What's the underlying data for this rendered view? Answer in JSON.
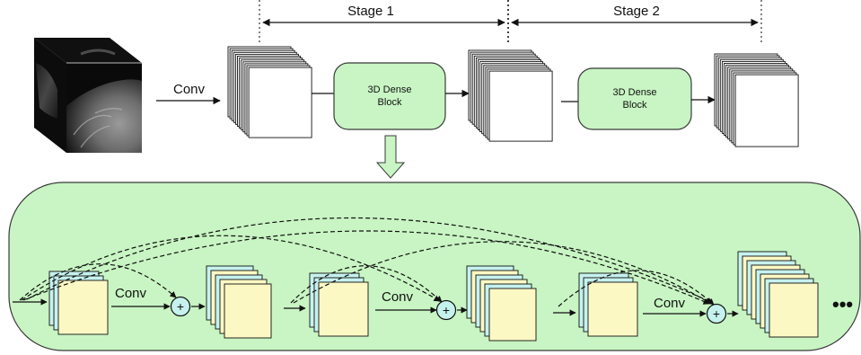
{
  "labels": {
    "stage1": "Stage 1",
    "stage2": "Stage 2",
    "conv_top": "Conv",
    "dense_block_1": [
      "3D Dense",
      "Block"
    ],
    "dense_block_2": [
      "3D Dense",
      "Block"
    ],
    "conv_bottom_1": "Conv",
    "conv_bottom_2": "Conv",
    "conv_bottom_3": "Conv",
    "ellipsis": "•••",
    "add_symbol": "+"
  },
  "colors": {
    "block_fill": "#c8f5c3",
    "block_stroke": "#3a3a3a",
    "arrow_fill": "#c8f5c3",
    "panel_fill": "#c8f5c3",
    "map_fill": "#ffffff",
    "map_front_yellow": "#fcf8c4",
    "map_teal": "#c6f2ee",
    "stroke": "#111111"
  },
  "icons": {
    "add_node": "circle-plus-icon",
    "mri_volume": "brain-mri-cube-icon"
  }
}
